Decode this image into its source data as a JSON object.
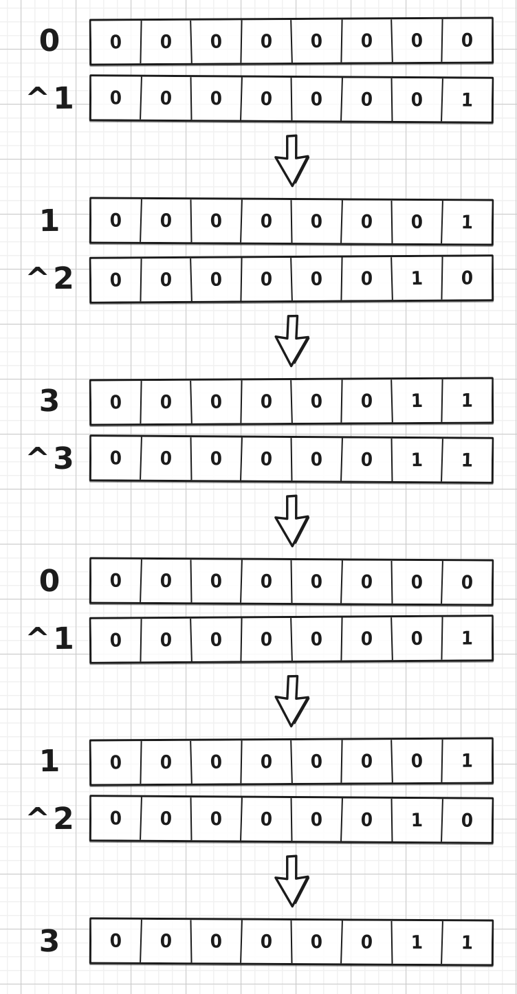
{
  "style": {
    "ink": "#1b1b1b",
    "paper": "#ffffff",
    "grid_minor": "#f1f1f1",
    "grid_major": "#c9c9c9"
  },
  "diagram": {
    "steps": [
      {
        "arrow": true,
        "rows": [
          {
            "label": "0",
            "bits": [
              0,
              0,
              0,
              0,
              0,
              0,
              0,
              0
            ]
          },
          {
            "label": "^1",
            "bits": [
              0,
              0,
              0,
              0,
              0,
              0,
              0,
              1
            ]
          }
        ]
      },
      {
        "arrow": true,
        "rows": [
          {
            "label": "1",
            "bits": [
              0,
              0,
              0,
              0,
              0,
              0,
              0,
              1
            ]
          },
          {
            "label": "^2",
            "bits": [
              0,
              0,
              0,
              0,
              0,
              0,
              1,
              0
            ]
          }
        ]
      },
      {
        "arrow": true,
        "rows": [
          {
            "label": "3",
            "bits": [
              0,
              0,
              0,
              0,
              0,
              0,
              1,
              1
            ]
          },
          {
            "label": "^3",
            "bits": [
              0,
              0,
              0,
              0,
              0,
              0,
              1,
              1
            ]
          }
        ]
      },
      {
        "arrow": true,
        "rows": [
          {
            "label": "0",
            "bits": [
              0,
              0,
              0,
              0,
              0,
              0,
              0,
              0
            ]
          },
          {
            "label": "^1",
            "bits": [
              0,
              0,
              0,
              0,
              0,
              0,
              0,
              1
            ]
          }
        ]
      },
      {
        "arrow": true,
        "rows": [
          {
            "label": "1",
            "bits": [
              0,
              0,
              0,
              0,
              0,
              0,
              0,
              1
            ]
          },
          {
            "label": "^2",
            "bits": [
              0,
              0,
              0,
              0,
              0,
              0,
              1,
              0
            ]
          }
        ]
      },
      {
        "arrow": false,
        "rows": [
          {
            "label": "3",
            "bits": [
              0,
              0,
              0,
              0,
              0,
              0,
              1,
              1
            ]
          }
        ]
      }
    ]
  }
}
